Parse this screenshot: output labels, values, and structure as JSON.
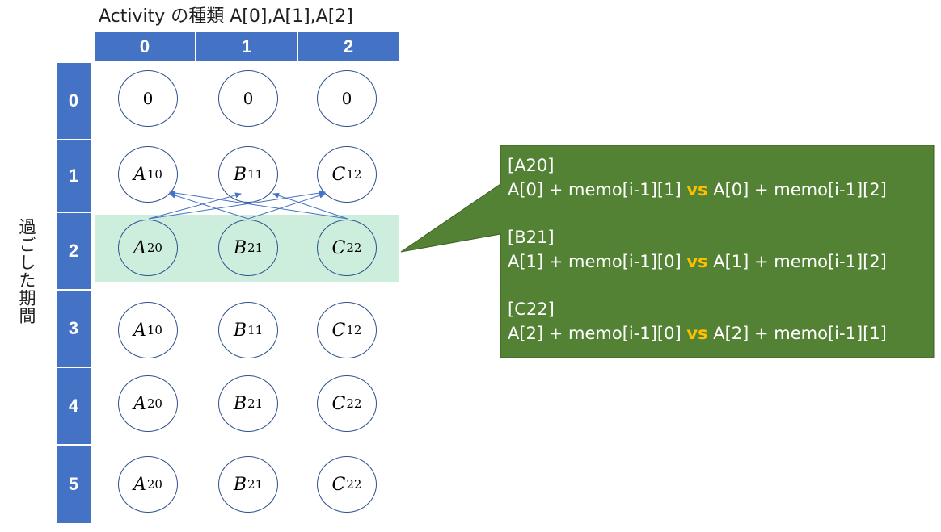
{
  "title": "Activity の種類 A[0],A[1],A[2]",
  "y_axis_label": "過ごした期間",
  "columns": [
    "0",
    "1",
    "2"
  ],
  "rows": [
    "0",
    "1",
    "2",
    "3",
    "4",
    "5"
  ],
  "cells": [
    [
      {
        "letter": "0",
        "sub": ""
      },
      {
        "letter": "0",
        "sub": ""
      },
      {
        "letter": "0",
        "sub": ""
      }
    ],
    [
      {
        "letter": "A",
        "sub": "10"
      },
      {
        "letter": "B",
        "sub": "11"
      },
      {
        "letter": "C",
        "sub": "12"
      }
    ],
    [
      {
        "letter": "A",
        "sub": "20"
      },
      {
        "letter": "B",
        "sub": "21"
      },
      {
        "letter": "C",
        "sub": "22"
      }
    ],
    [
      {
        "letter": "A",
        "sub": "10"
      },
      {
        "letter": "B",
        "sub": "11"
      },
      {
        "letter": "C",
        "sub": "12"
      }
    ],
    [
      {
        "letter": "A",
        "sub": "20"
      },
      {
        "letter": "B",
        "sub": "21"
      },
      {
        "letter": "C",
        "sub": "22"
      }
    ],
    [
      {
        "letter": "A",
        "sub": "20"
      },
      {
        "letter": "B",
        "sub": "21"
      },
      {
        "letter": "C",
        "sub": "22"
      }
    ]
  ],
  "callout": {
    "blocks": [
      {
        "tag": "[A20]",
        "left": "A[0] + memo[i-1][1]",
        "vs": "vs",
        "right": "A[0] + memo[i-1][2]"
      },
      {
        "tag": "[B21]",
        "left": "A[1] + memo[i-1][0]",
        "vs": "vs",
        "right": "A[1] + memo[i-1][2]"
      },
      {
        "tag": "[C22]",
        "left": "A[2] + memo[i-1][0]",
        "vs": "vs",
        "right": "A[2] + memo[i-1][1]"
      }
    ]
  },
  "colors": {
    "header_blue": "#4472c4",
    "node_border": "#2f528f",
    "arrow": "#4472c4",
    "highlight": "#cdeedd",
    "callout_fill": "#548235",
    "callout_border": "#3b5e24",
    "vs": "#ffc000"
  }
}
